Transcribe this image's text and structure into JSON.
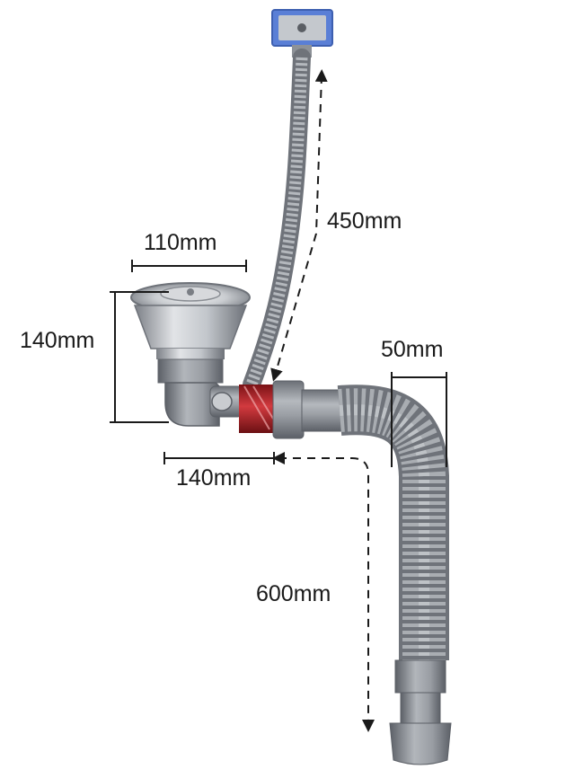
{
  "labels": {
    "strainer_width": "110mm",
    "strainer_height": "140mm",
    "connector_length": "140mm",
    "overflow_hose": "450mm",
    "drain_diameter": "50mm",
    "drain_hose": "600mm"
  },
  "colors": {
    "background": "#ffffff",
    "steel": "#b8bcc1",
    "pipe": "#8e9298",
    "hose_dark": "#6f737a",
    "overflow_plate": "#5a7fd6",
    "red_valve": "#b21f24",
    "dimension_line": "#1a1a1a"
  }
}
